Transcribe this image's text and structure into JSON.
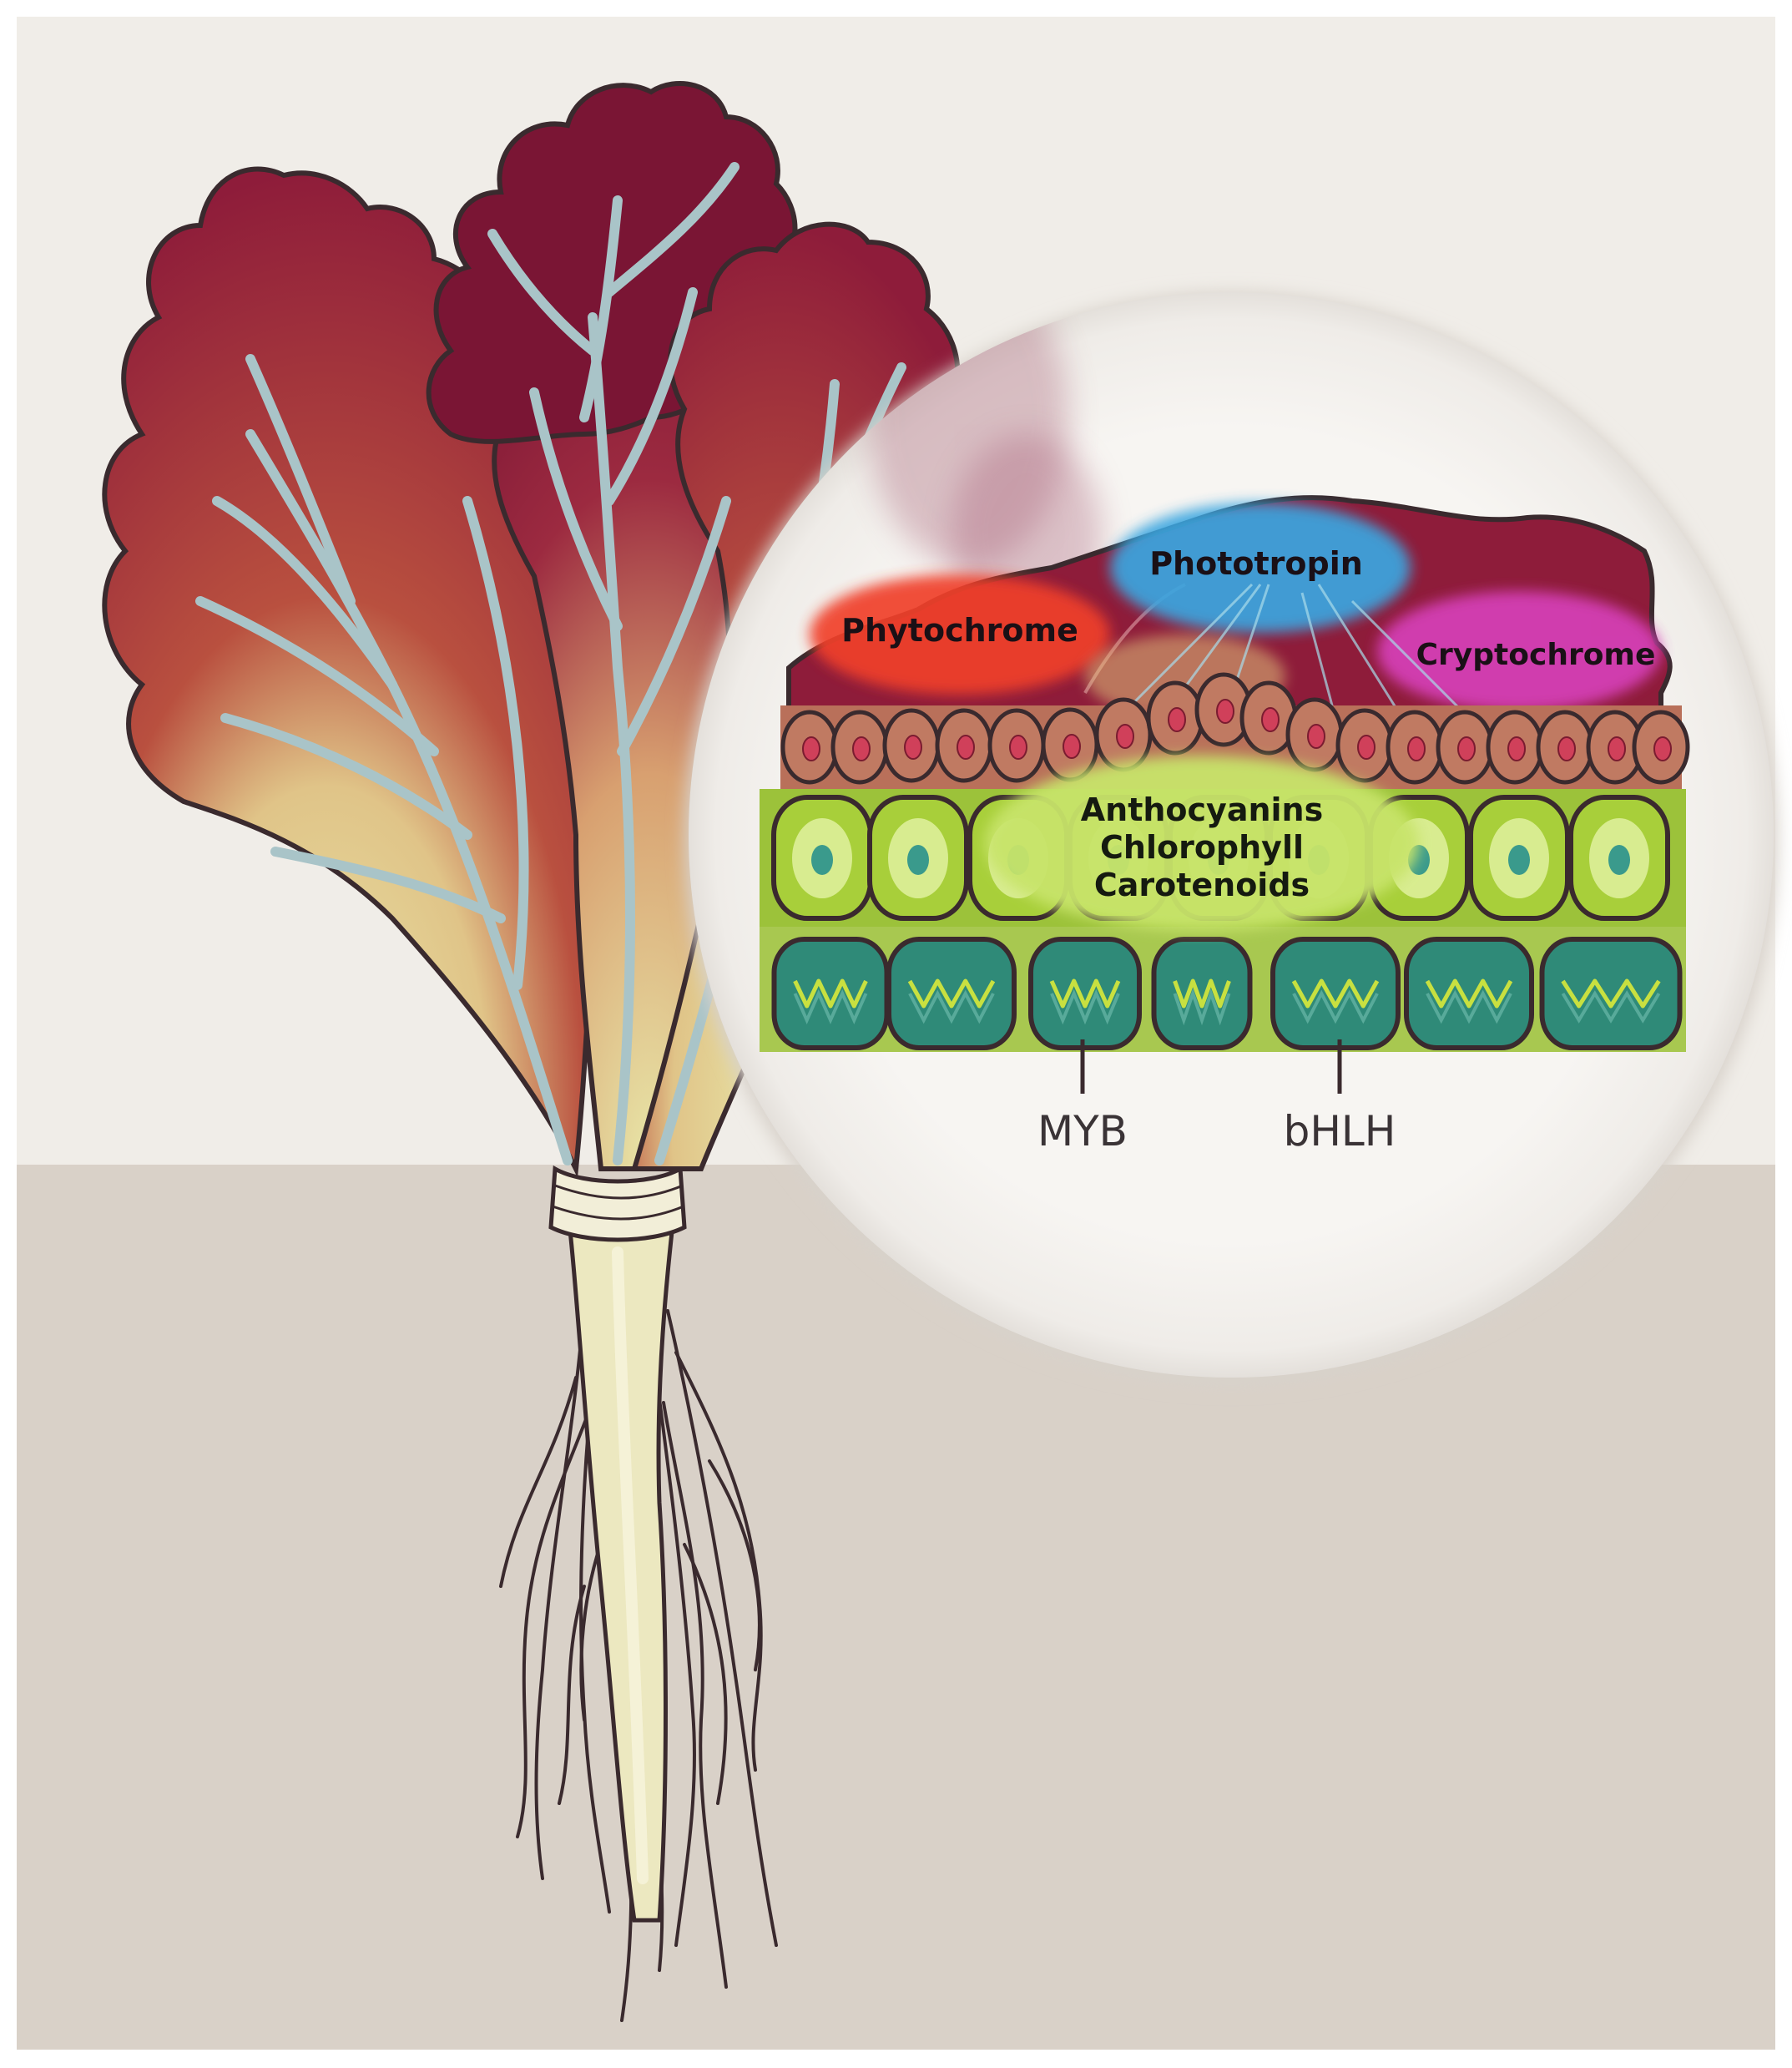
{
  "labels": {
    "phototropin": "Phototropin",
    "phytochrome": "Phytochrome",
    "cryptochrome": "Cryptochrome",
    "pigments": [
      "Anthocyanins",
      "Chlorophyll",
      "Carotenoids"
    ],
    "myb": "MYB",
    "bhlh": "bHLH"
  },
  "colors": {
    "sky": "#f0ede8",
    "ground": "#d9d1c8",
    "leaf_red": "#8e1c3a",
    "leaf_dark": "#6e1030",
    "vein": "#a9c4c8",
    "leaf_yellow": "#e6e0a0",
    "phytochrome": "#f0402a",
    "phototropin": "#3aa6e0",
    "cryptochrome": "#d63fb8",
    "epidermis": "#b9705a",
    "nucleus_red": "#d0405a",
    "mesophyll": "#a8cf3a",
    "mesophyll_inner": "#d8ec90",
    "nucleus_teal": "#3a9a8c",
    "lower_cell": "#2f8a78",
    "outline": "#3a2a2e"
  }
}
